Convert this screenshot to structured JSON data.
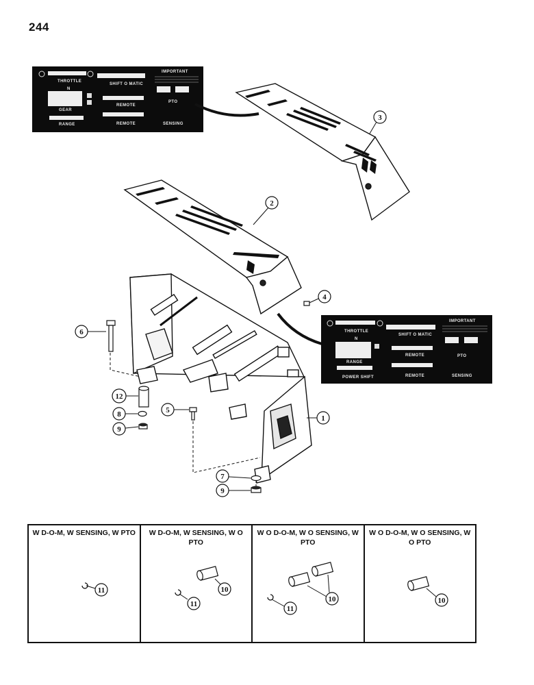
{
  "page": {
    "number": "244"
  },
  "decals": {
    "upper": {
      "labels": [
        "THROTTLE",
        "N",
        "GEAR",
        "RANGE",
        "REMOTE",
        "REMOTE",
        "SHIFT O MATIC",
        "IMPORTANT",
        "PTO",
        "SENSING"
      ]
    },
    "lower": {
      "labels": [
        "THROTTLE",
        "N",
        "RANGE",
        "POWER SHIFT",
        "REMOTE",
        "REMOTE",
        "SHIFT O MATIC",
        "IMPORTANT",
        "PTO",
        "SENSING"
      ]
    }
  },
  "callouts": [
    "1",
    "2",
    "3",
    "4",
    "5",
    "6",
    "7",
    "8",
    "9",
    "9",
    "12"
  ],
  "variants": [
    {
      "title": "W D-O-M, W SENSING, W PTO",
      "callouts": [
        "11"
      ]
    },
    {
      "title": "W D-O-M, W SENSING, W O PTO",
      "callouts": [
        "10",
        "11"
      ]
    },
    {
      "title": "W O D-O-M, W O SENSING, W PTO",
      "callouts": [
        "10",
        "11"
      ]
    },
    {
      "title": "W O D-O-M, W O SENSING, W O PTO",
      "callouts": [
        "10"
      ]
    }
  ]
}
